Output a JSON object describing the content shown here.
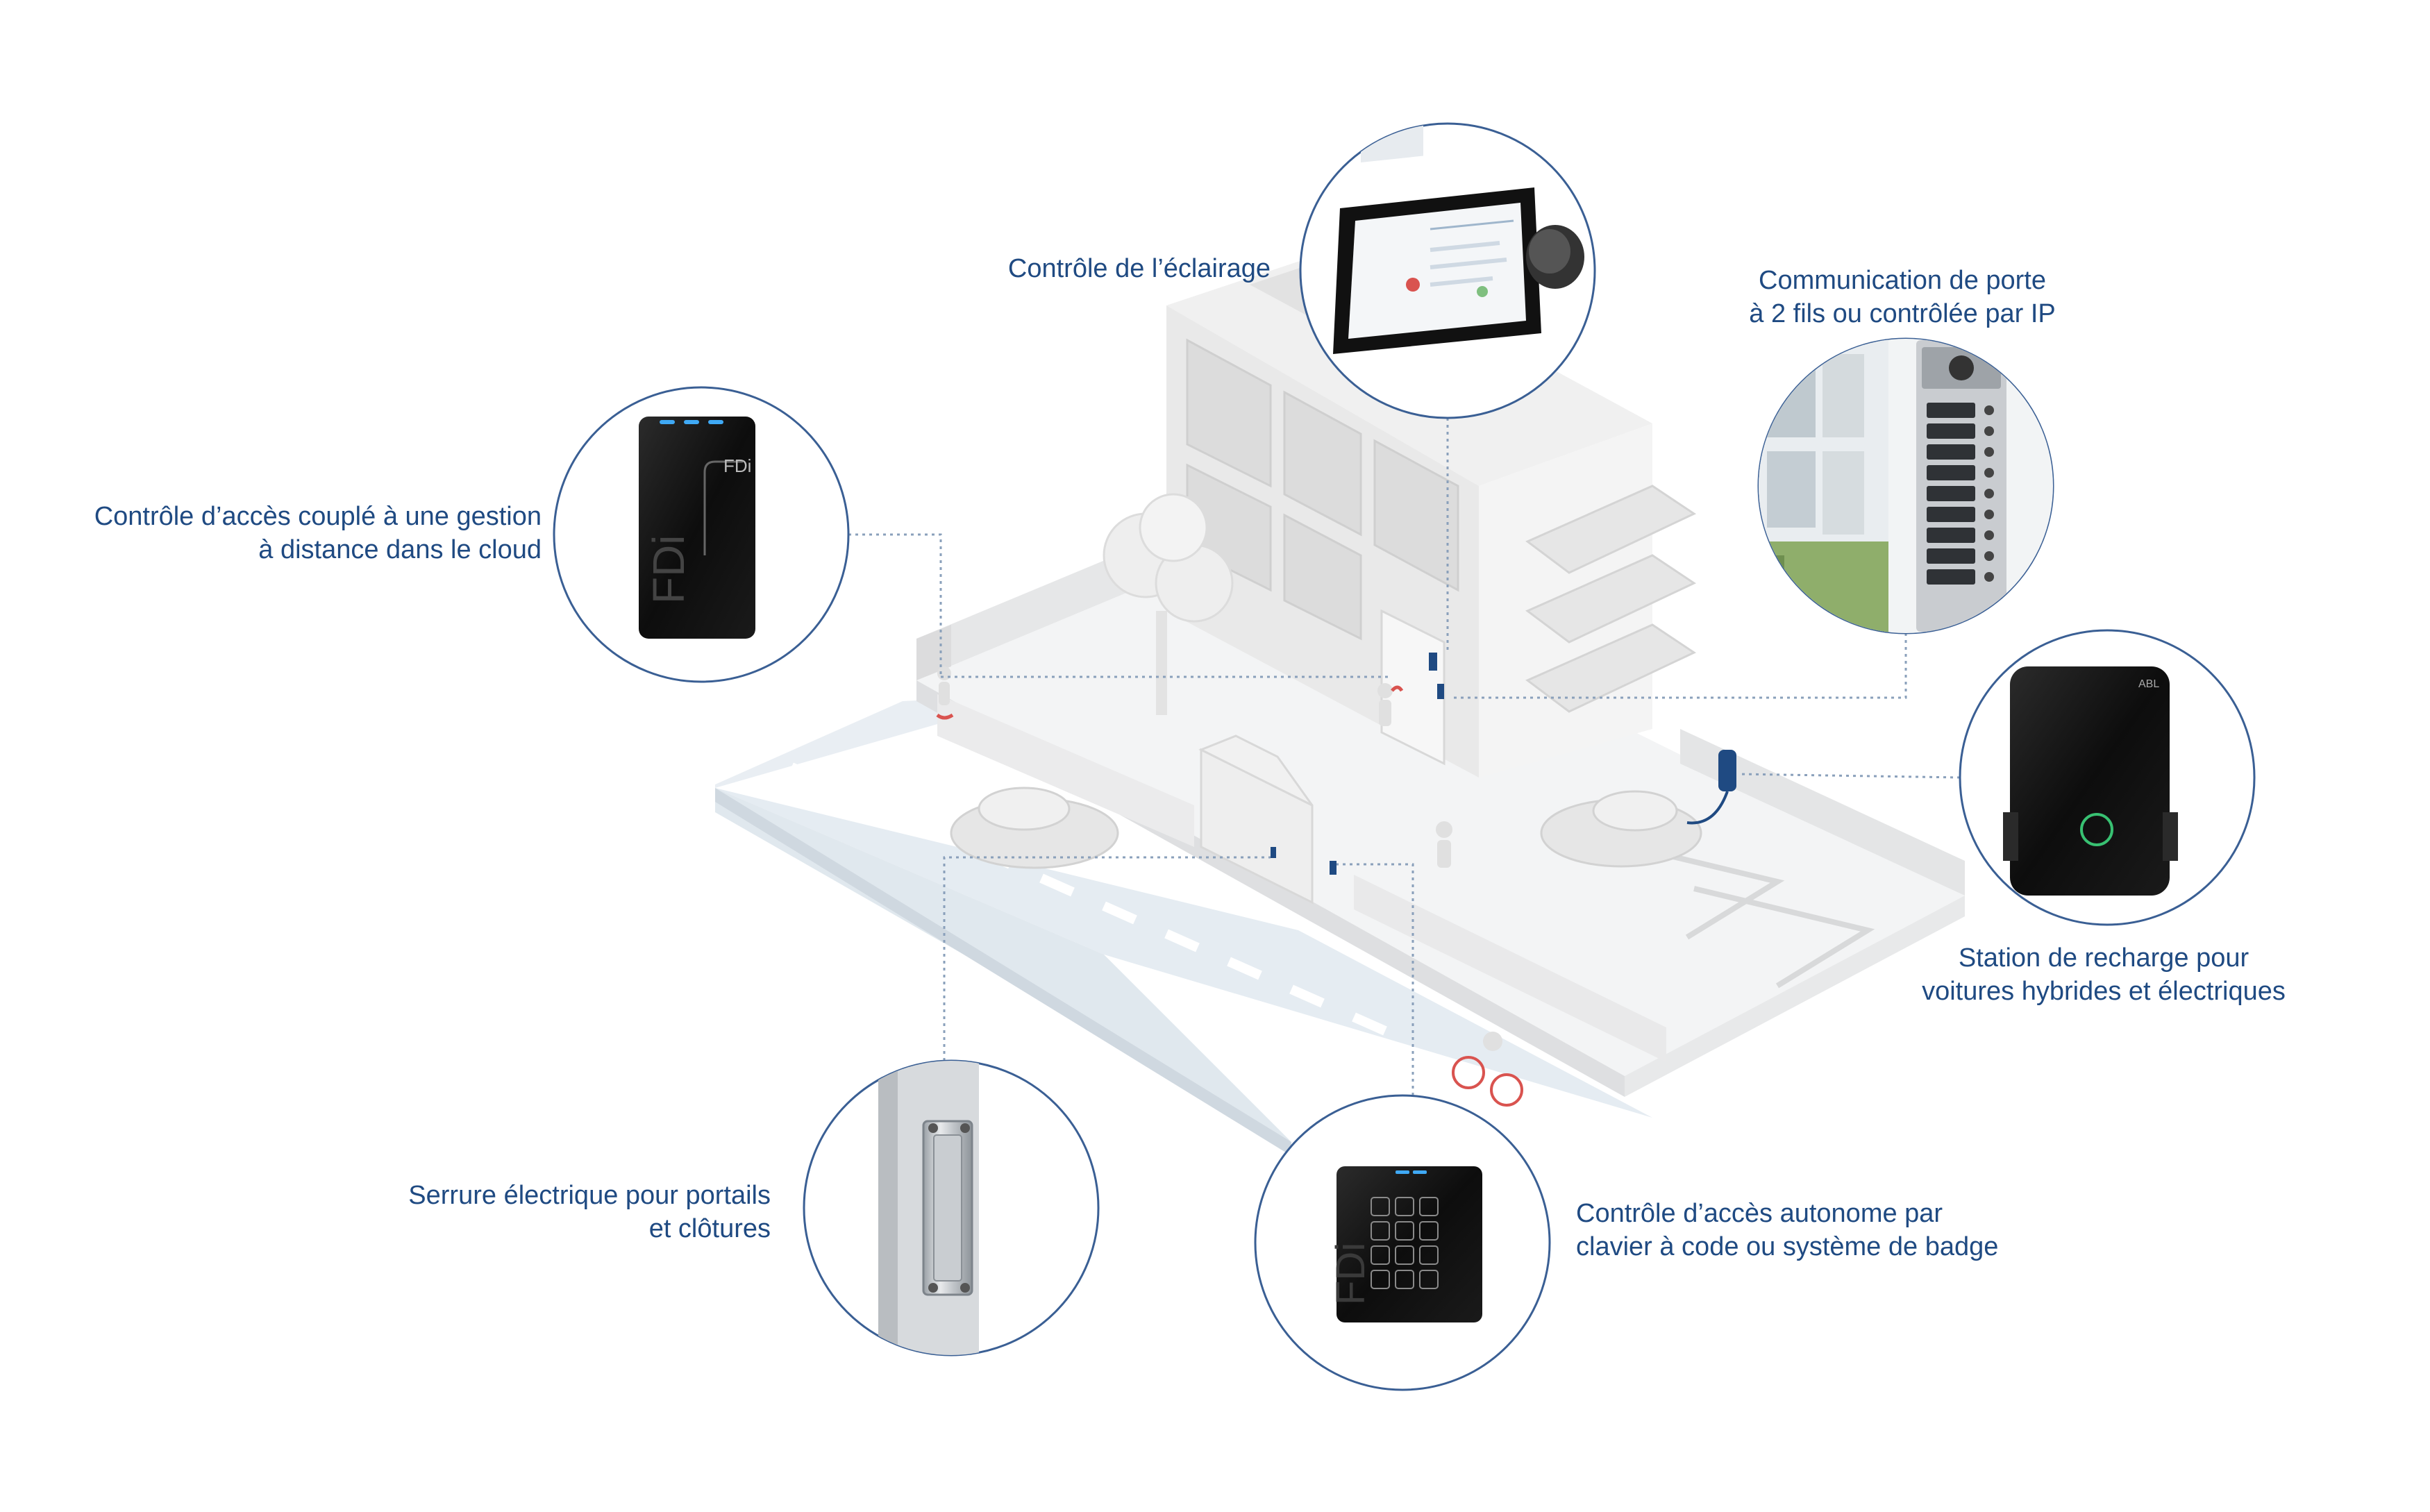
{
  "labels": {
    "lighting": {
      "lines": [
        "Contrôle de l’éclairage"
      ]
    },
    "door_comm": {
      "lines": [
        "Communication de porte",
        "à 2 fils ou contrôlée par IP"
      ]
    },
    "cloud_access": {
      "lines": [
        "Contrôle d’accès couplé à une gestion",
        "à distance dans le cloud"
      ]
    },
    "charging": {
      "lines": [
        "Station de recharge pour",
        "voitures hybrides et électriques"
      ]
    },
    "electric_lock": {
      "lines": [
        "Serrure électrique pour portails",
        "et clôtures"
      ]
    },
    "keypad_access": {
      "lines": [
        "Contrôle d’accès autonome par",
        "clavier à code ou système de badge"
      ]
    }
  },
  "devices": {
    "reader_brand": "FDi",
    "charger_brand": "ABL"
  },
  "colors": {
    "label_text": "#1f4a82",
    "circle_stroke": "#3a5f94",
    "accent_blue": "#1f4a82",
    "accent_red": "#d9534f",
    "building": "#ececec",
    "road": "#dfe7ee"
  }
}
